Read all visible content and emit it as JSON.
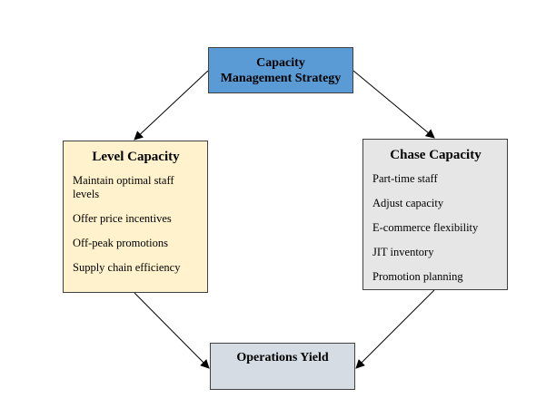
{
  "diagram": {
    "top": {
      "title": "Capacity\nManagement Strategy"
    },
    "left": {
      "title": "Level Capacity",
      "items": [
        "Maintain optimal staff levels",
        "Offer price incentives",
        "Off-peak promotions",
        "Supply chain efficiency"
      ]
    },
    "right": {
      "title": "Chase Capacity",
      "items": [
        "Part-time staff",
        "Adjust capacity",
        "E-commerce flexibility",
        "JIT inventory",
        "Promotion planning"
      ]
    },
    "bottom": {
      "title": "Operations Yield"
    }
  },
  "colors": {
    "top_fill": "#5b9bd5",
    "left_fill": "#fff2cc",
    "right_fill": "#e6e6e6",
    "bottom_fill": "#d6dce4",
    "border": "#404040",
    "arrow": "#000000"
  }
}
